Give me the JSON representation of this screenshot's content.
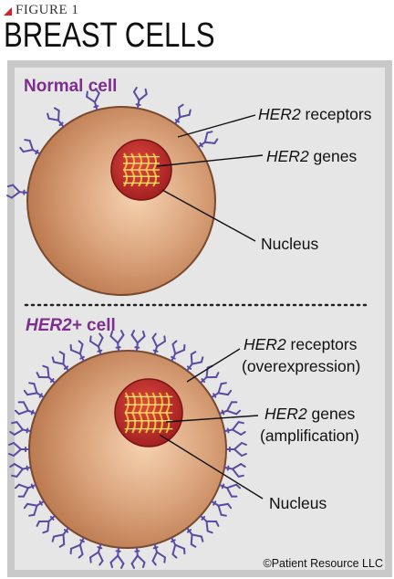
{
  "header": {
    "figure_label": "FIGURE 1",
    "title": "BREAST CELLS"
  },
  "normal_section": {
    "title": "Normal cell",
    "receptors_label": {
      "italic": "HER2",
      "rest": " receptors"
    },
    "genes_label": {
      "italic": "HER2",
      "rest": " genes"
    },
    "nucleus_label": "Nucleus"
  },
  "her2_section": {
    "title_italic": "HER2+",
    "title_rest": " cell",
    "receptors_label": {
      "italic": "HER2",
      "rest": " receptors",
      "line2": "(overexpression)"
    },
    "genes_label": {
      "italic": "HER2",
      "rest": " genes",
      "line2": "(amplification)"
    },
    "nucleus_label": "Nucleus"
  },
  "copyright": "©Patient Resource LLC",
  "colors": {
    "accent_red": "#d3222a",
    "title_purple": "#7d2f8e",
    "panel_bg": "#e6e6e6",
    "panel_border": "#c9c9c9",
    "cell_fill": "#d9a27a",
    "cell_edge": "#7a4a2e",
    "nucleus_fill": "#c22a2a",
    "gene_color": "#f2c230",
    "receptor_color": "#5a4aa0"
  }
}
